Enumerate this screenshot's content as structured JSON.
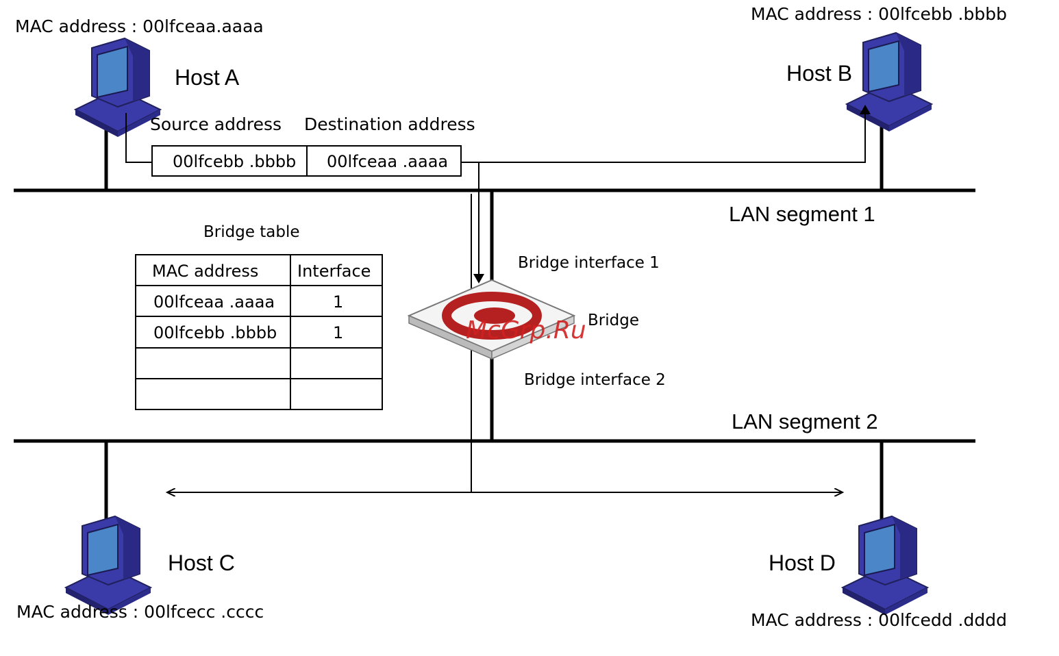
{
  "hosts": {
    "a": {
      "name": "Host A",
      "mac": "MAC address : 00lfceaa.aaaa"
    },
    "b": {
      "name": "Host B",
      "mac": "MAC address : 00lfcebb .bbbb"
    },
    "c": {
      "name": "Host C",
      "mac": "MAC address : 00lfcecc .cccc"
    },
    "d": {
      "name": "Host D",
      "mac": "MAC address : 00lfcedd .dddd"
    }
  },
  "frame": {
    "source_header": "Source address",
    "destination_header": "Destination address",
    "source_value": "00lfcebb .bbbb",
    "destination_value": "00lfceaa .aaaa"
  },
  "segments": {
    "lan1": "LAN segment 1",
    "lan2": "LAN segment 2"
  },
  "bridge": {
    "label": "Bridge",
    "interface1": "Bridge interface 1",
    "interface2": "Bridge interface 2"
  },
  "bridge_table": {
    "title": "Bridge table",
    "headers": [
      "MAC address",
      "Interface"
    ],
    "rows": [
      [
        "00lfceaa .aaaa",
        "1"
      ],
      [
        "00lfcebb .bbbb",
        "1"
      ],
      [
        "",
        ""
      ],
      [
        "",
        ""
      ]
    ]
  },
  "watermark": "McGrp.Ru",
  "colors": {
    "monitor": "#3a3aa8",
    "screen": "#4a86c8",
    "bridge_logo": "#b52020",
    "watermark": "#d02020"
  }
}
